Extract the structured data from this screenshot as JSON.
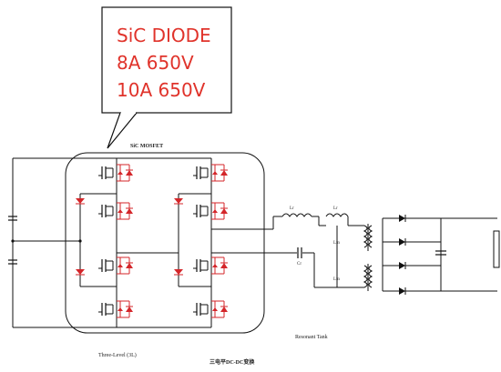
{
  "callout": {
    "line1": "SiC DIODE",
    "line2": "8A  650V",
    "line3": "10A  650V"
  },
  "labels": {
    "sic_mosfet": "SiC MOSFET",
    "three_level": "Three-Level (3L)",
    "resonant_tank": "Resonant Tank",
    "caption": "三电平DC-DC变换",
    "lr_left": "Lr",
    "lr_right": "Lr",
    "cr": "Cr",
    "lm_top": "Lm",
    "lm_bottom": "Lm"
  },
  "colors": {
    "accent": "#d4262a",
    "wire": "#111111",
    "callout_text": "#e0332b"
  }
}
